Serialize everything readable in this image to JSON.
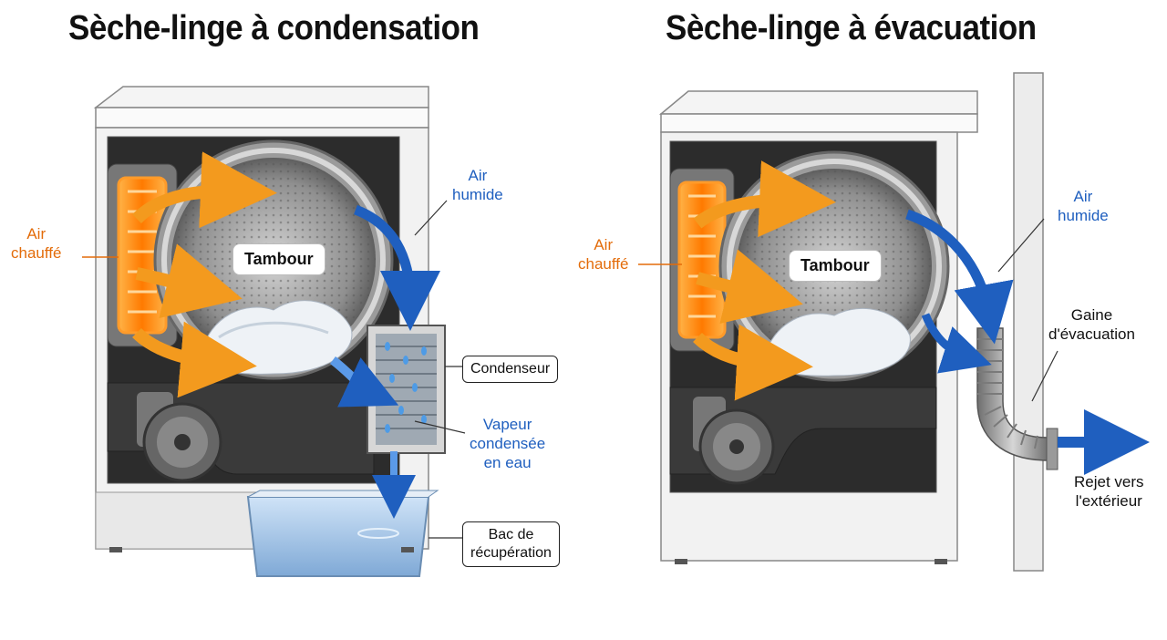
{
  "left": {
    "title": "Sèche-linge à condensation",
    "air_heated": "Air\nchauffé",
    "air_humid": "Air\nhumide",
    "drum": "Tambour",
    "condenser": "Condenseur",
    "vapor": "Vapeur\ncondensée\nen eau",
    "tank": "Bac de\nrécupération"
  },
  "right": {
    "title": "Sèche-linge à évacuation",
    "air_heated": "Air\nchauffé",
    "air_humid": "Air\nhumide",
    "drum": "Tambour",
    "duct": "Gaine\nd'évacuation",
    "exhaust": "Rejet vers\nl'extérieur"
  },
  "colors": {
    "hot_air": "#f39a1e",
    "humid_air": "#1f5fbf",
    "heater_glow": "#ff8a00"
  }
}
